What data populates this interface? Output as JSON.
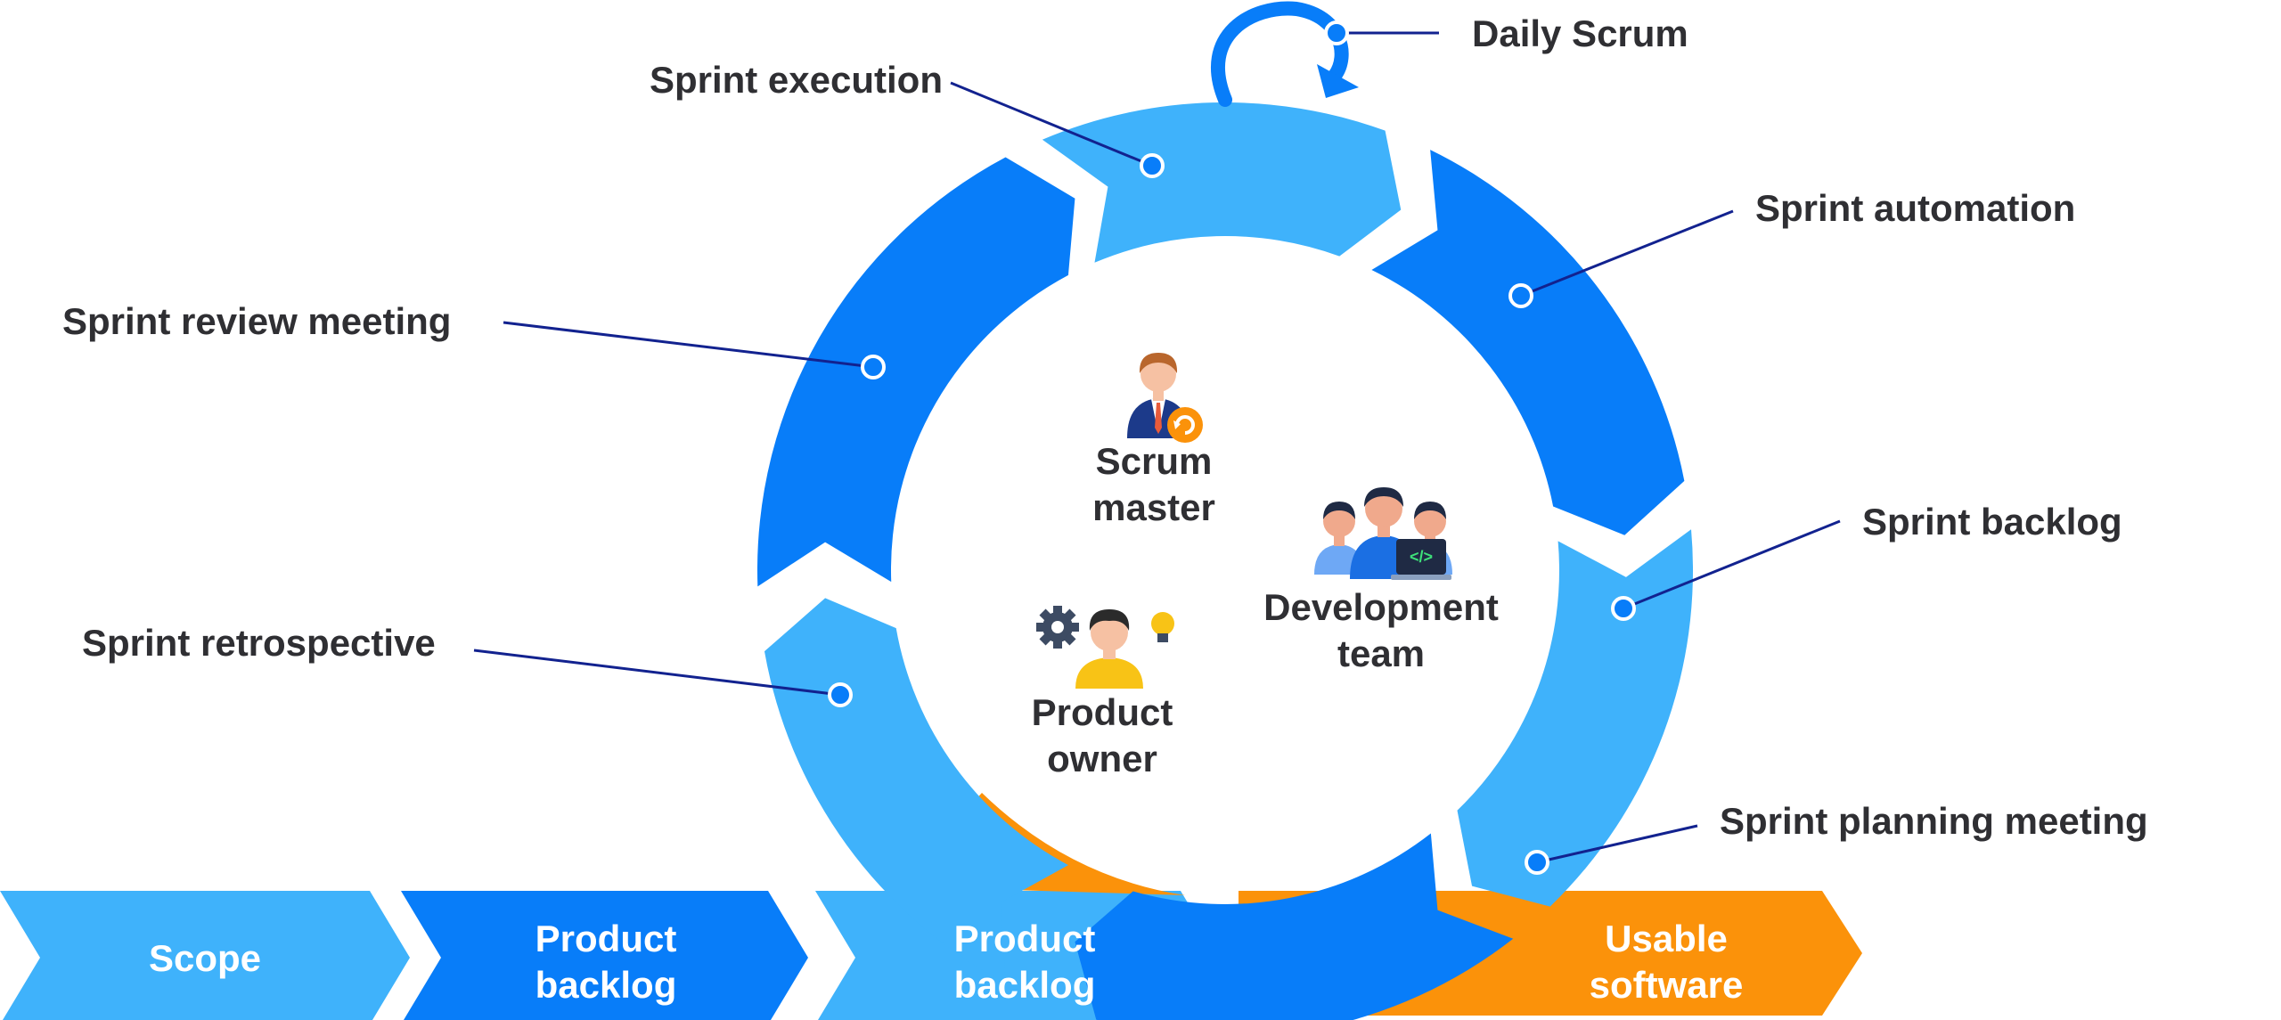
{
  "colors": {
    "light_blue": "#3fb2fb",
    "blue": "#087df9",
    "orange": "#fb920a",
    "leader_line": "#12228f",
    "text_dark": "#2f2f33",
    "white": "#ffffff"
  },
  "cycle": {
    "daily_scrum": "Daily Scrum",
    "stages": [
      {
        "label": "Sprint execution"
      },
      {
        "label": "Sprint automation"
      },
      {
        "label": "Sprint backlog"
      },
      {
        "label": "Sprint planning meeting"
      },
      {
        "label": "Sprint retrospective"
      },
      {
        "label": "Sprint review meeting"
      }
    ]
  },
  "roles": {
    "scrum_master": {
      "line1": "Scrum",
      "line2": "master"
    },
    "development_team": {
      "line1": "Development",
      "line2": "team"
    },
    "product_owner": {
      "line1": "Product",
      "line2": "owner"
    }
  },
  "flow": [
    {
      "line1": "Scope",
      "line2": ""
    },
    {
      "line1": "Product",
      "line2": "backlog"
    },
    {
      "line1": "Product",
      "line2": "backlog"
    },
    {
      "line1": "Usable",
      "line2": "software"
    }
  ],
  "icons": {
    "scrum_master": "scrum-master-person-icon",
    "development_team": "development-team-people-icon",
    "product_owner": "product-owner-person-icon",
    "daily_scrum": "circular-arrow-icon"
  }
}
